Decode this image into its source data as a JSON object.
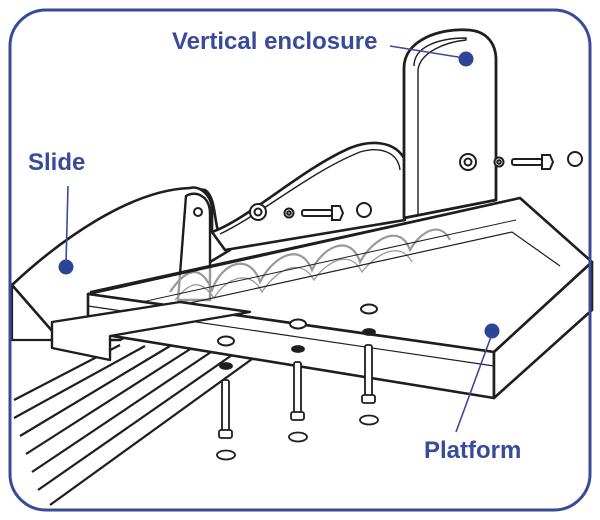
{
  "labels": {
    "vertical_enclosure": "Vertical enclosure",
    "slide": "Slide",
    "platform": "Platform"
  },
  "colors": {
    "frame": "#3a4a9a",
    "label": "#3a4a9a",
    "marker": "#2e4597",
    "line": "#1e1e1e",
    "fill": "#ffffff"
  }
}
